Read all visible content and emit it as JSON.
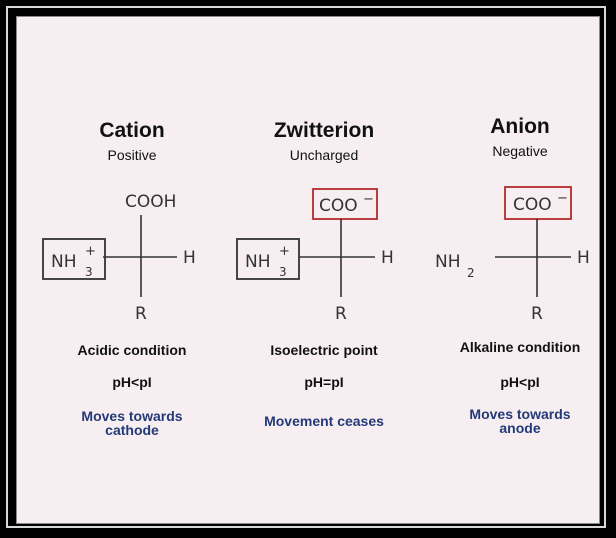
{
  "columns": [
    {
      "title": "Cation",
      "charge_label": "Positive",
      "top_group": "COOH",
      "left_group": "NH",
      "left_sub": "3",
      "left_sup": "+",
      "right_group": "H",
      "bottom_group": "R",
      "condition": "Acidic condition",
      "ph": "pH<pI",
      "movement_line1": "Moves towards",
      "movement_line2": "cathode"
    },
    {
      "title": "Zwitterion",
      "charge_label": "Uncharged",
      "top_group": "COO",
      "top_sup": "−",
      "left_group": "NH",
      "left_sub": "3",
      "left_sup": "+",
      "right_group": "H",
      "bottom_group": "R",
      "condition": "Isoelectric point",
      "ph": "pH=pI",
      "movement_line1": "Movement ceases"
    },
    {
      "title": "Anion",
      "charge_label": "Negative",
      "top_group": "COO",
      "top_sup": "−",
      "left_group": "NH",
      "left_sub": "2",
      "right_group": "H",
      "bottom_group": "R",
      "condition": "Alkaline condition",
      "ph": "pH<pI",
      "movement_line1": "Moves towards",
      "movement_line2": "anode"
    }
  ],
  "colors": {
    "background": "#f6eef0",
    "box_red": "#b52a2a",
    "box_dark": "#333333",
    "movement_text": "#243a78"
  }
}
